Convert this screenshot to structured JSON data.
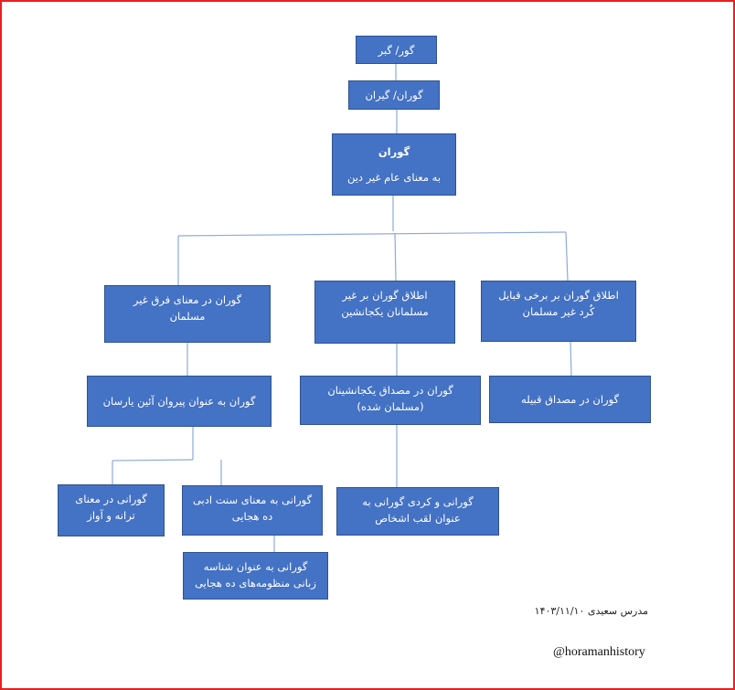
{
  "nodes": {
    "gor_gabr": "گور/ گبر",
    "guran_giran": "گوران/ گیران",
    "guran_title": "گوران",
    "guran_general": "به معنای عام غیر دین",
    "kurdish_tribes": "اطلاق گوران بر برخی قبایل کُرد غیر مسلمان",
    "sedentary_non_muslims": "اطلاق گوران بر غیر مسلمانان یکجانشین",
    "non_muslim_sects": "گوران در معنای فرق غیر مسلمان",
    "yarsan_followers": "گوران به عنوان پیروان آئین یارسان",
    "sedentary_converted": "گوران در مصداق یکجانشینان (مسلمان شده)",
    "tribe": "گوران در مصداق قبیله",
    "song": "گورانی در معنای ترانه و آواز",
    "literary_tradition": "گورانی به معنای سنت ادبی ده هجایی",
    "personal_title": "گورانی و کردی گورانی به عنوان لقب اشخاص",
    "linguistic_identifier": "گورانی به عنوان شناسه زبانی منظومه‌های ده هجایی"
  },
  "footer": {
    "author_date": "مدرس سعیدی ۱۴۰۳/۱۱/۱۰",
    "handle": "@horamanhistory"
  },
  "colors": {
    "box_fill": "#4472c4",
    "box_border": "#2f528f",
    "connector": "#8eaadb",
    "frame": "#e8201e"
  }
}
